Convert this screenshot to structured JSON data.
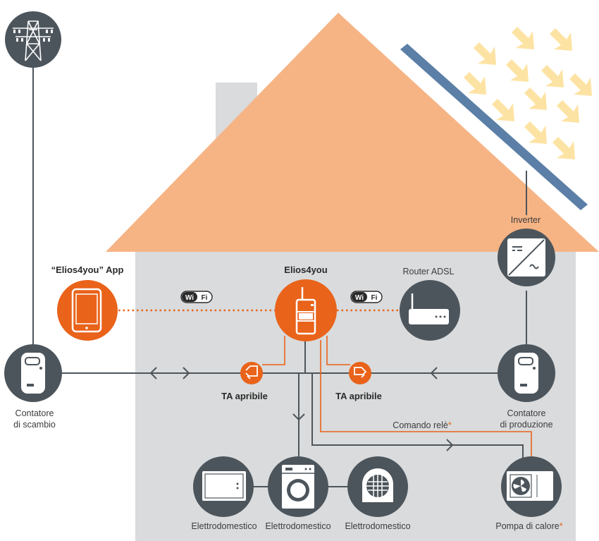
{
  "labels": {
    "app": "“Elios4you” App",
    "elios": "Elios4you",
    "router": "Router ADSL",
    "inverter": "Inverter",
    "ta_left": "TA apribile",
    "ta_right": "TA apribile",
    "meter_exchange_1": "Contatore",
    "meter_exchange_2": "di scambio",
    "meter_production_1": "Contatore",
    "meter_production_2": "di produzione",
    "relay_command": "Comando relè",
    "relay_asterisk": "*",
    "appliance_1": "Elettrodomestico",
    "appliance_2": "Elettrodomestico",
    "appliance_3": "Elettrodomestico",
    "heat_pump": "Pompa di calore",
    "heat_pump_asterisk": "*",
    "wifi_left_a": "Wi",
    "wifi_left_b": "Fi",
    "wifi_right_a": "Wi",
    "wifi_right_b": "Fi"
  },
  "colors": {
    "roof": "#f6b485",
    "wall": "#d9dbdc",
    "chimney": "#d9dbdc",
    "panel": "#5b7fa6",
    "sun_arrow": "#fde3a3",
    "node": "#4d555c",
    "accent": "#e9631a",
    "line": "#4d555c"
  }
}
